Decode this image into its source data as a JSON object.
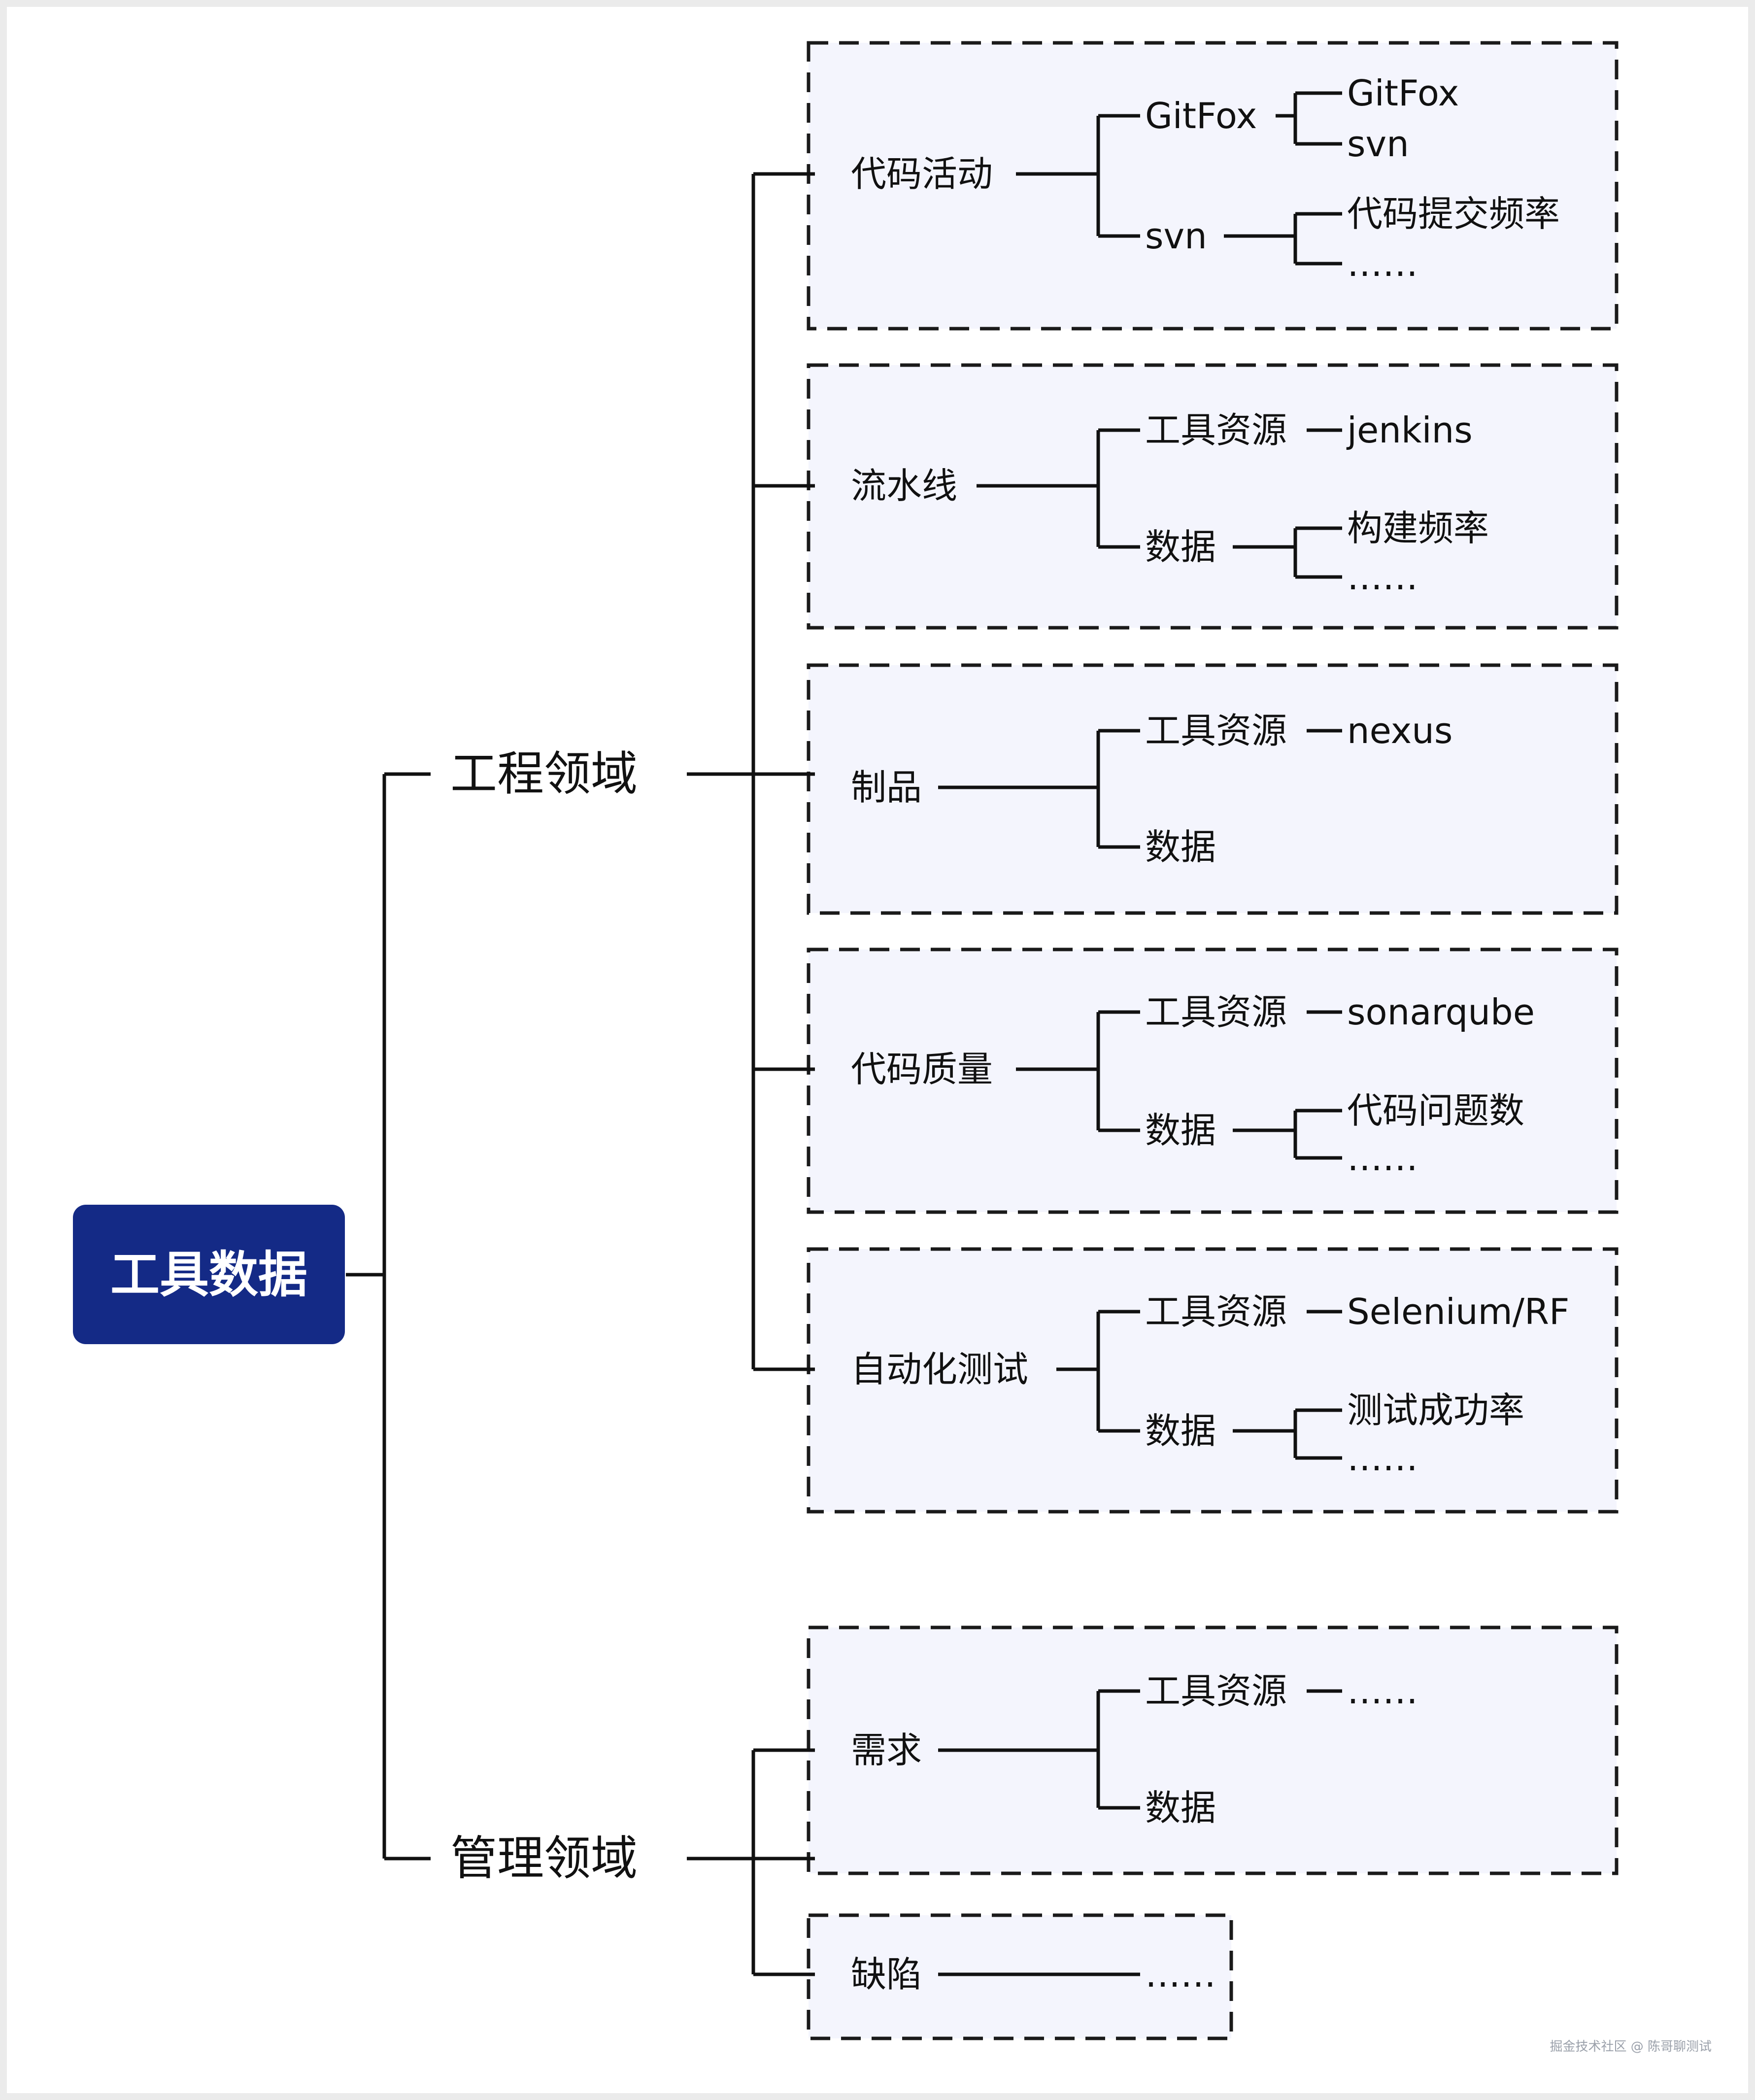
{
  "root": {
    "label": "工具数据",
    "color": "#142a86"
  },
  "domains": [
    {
      "label": "工程领域",
      "items": [
        {
          "label": "代码活动",
          "children": [
            {
              "label": "GitFox",
              "leaves": [
                "GitFox",
                "svn"
              ]
            },
            {
              "label": "svn",
              "leaves": [
                "代码提交频率",
                "……"
              ]
            }
          ]
        },
        {
          "label": "流水线",
          "children": [
            {
              "label": "工具资源",
              "leaves": [
                "jenkins"
              ]
            },
            {
              "label": "数据",
              "leaves": [
                "构建频率",
                "……"
              ]
            }
          ]
        },
        {
          "label": "制品",
          "children": [
            {
              "label": "工具资源",
              "leaves": [
                "nexus"
              ]
            },
            {
              "label": "数据",
              "leaves": []
            }
          ]
        },
        {
          "label": "代码质量",
          "children": [
            {
              "label": "工具资源",
              "leaves": [
                "sonarqube"
              ]
            },
            {
              "label": "数据",
              "leaves": [
                "代码问题数",
                "……"
              ]
            }
          ]
        },
        {
          "label": "自动化测试",
          "children": [
            {
              "label": "工具资源",
              "leaves": [
                "Selenium/RF"
              ]
            },
            {
              "label": "数据",
              "leaves": [
                "测试成功率",
                "……"
              ]
            }
          ]
        }
      ]
    },
    {
      "label": "管理领域",
      "items": [
        {
          "label": "需求",
          "children": [
            {
              "label": "工具资源",
              "leaves": [
                "……"
              ]
            },
            {
              "label": "数据",
              "leaves": []
            }
          ]
        },
        {
          "label": "缺陷",
          "children": [
            {
              "label": "……",
              "leaves": []
            }
          ]
        }
      ]
    }
  ],
  "watermark": "掘金技术社区 @ 陈哥聊测试"
}
